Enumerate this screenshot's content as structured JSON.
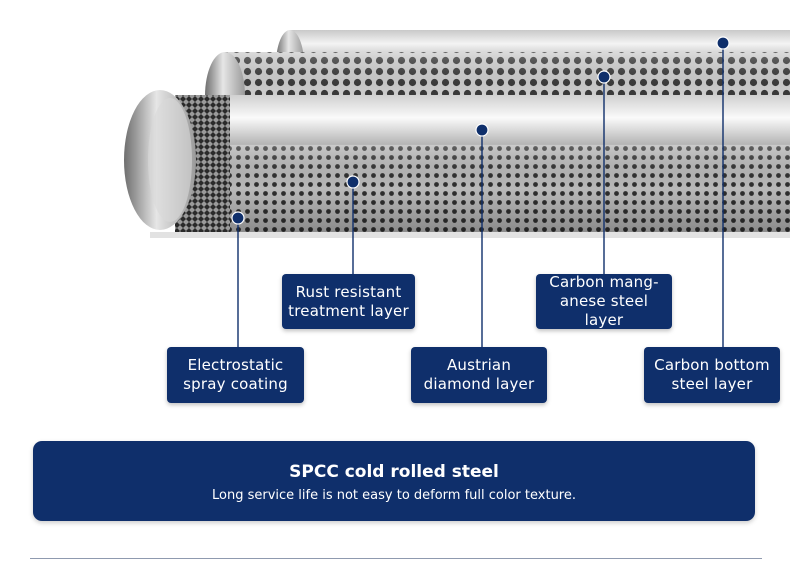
{
  "layers": [
    {
      "line1": "Rust resistant",
      "line2": "treatment layer"
    },
    {
      "line1": "Carbon mang-",
      "line2": "anese steel layer"
    },
    {
      "line1": "Electrostatic",
      "line2": "spray coating"
    },
    {
      "line1": "Austrian",
      "line2": "diamond layer"
    },
    {
      "line1": "Carbon bottom",
      "line2": "steel layer"
    }
  ],
  "banner": {
    "title": "SPCC cold rolled steel",
    "subtitle": "Long service life is not easy to deform full color texture."
  },
  "colors": {
    "accent": "#0f2f6b",
    "marker": "#0f2f6b"
  }
}
